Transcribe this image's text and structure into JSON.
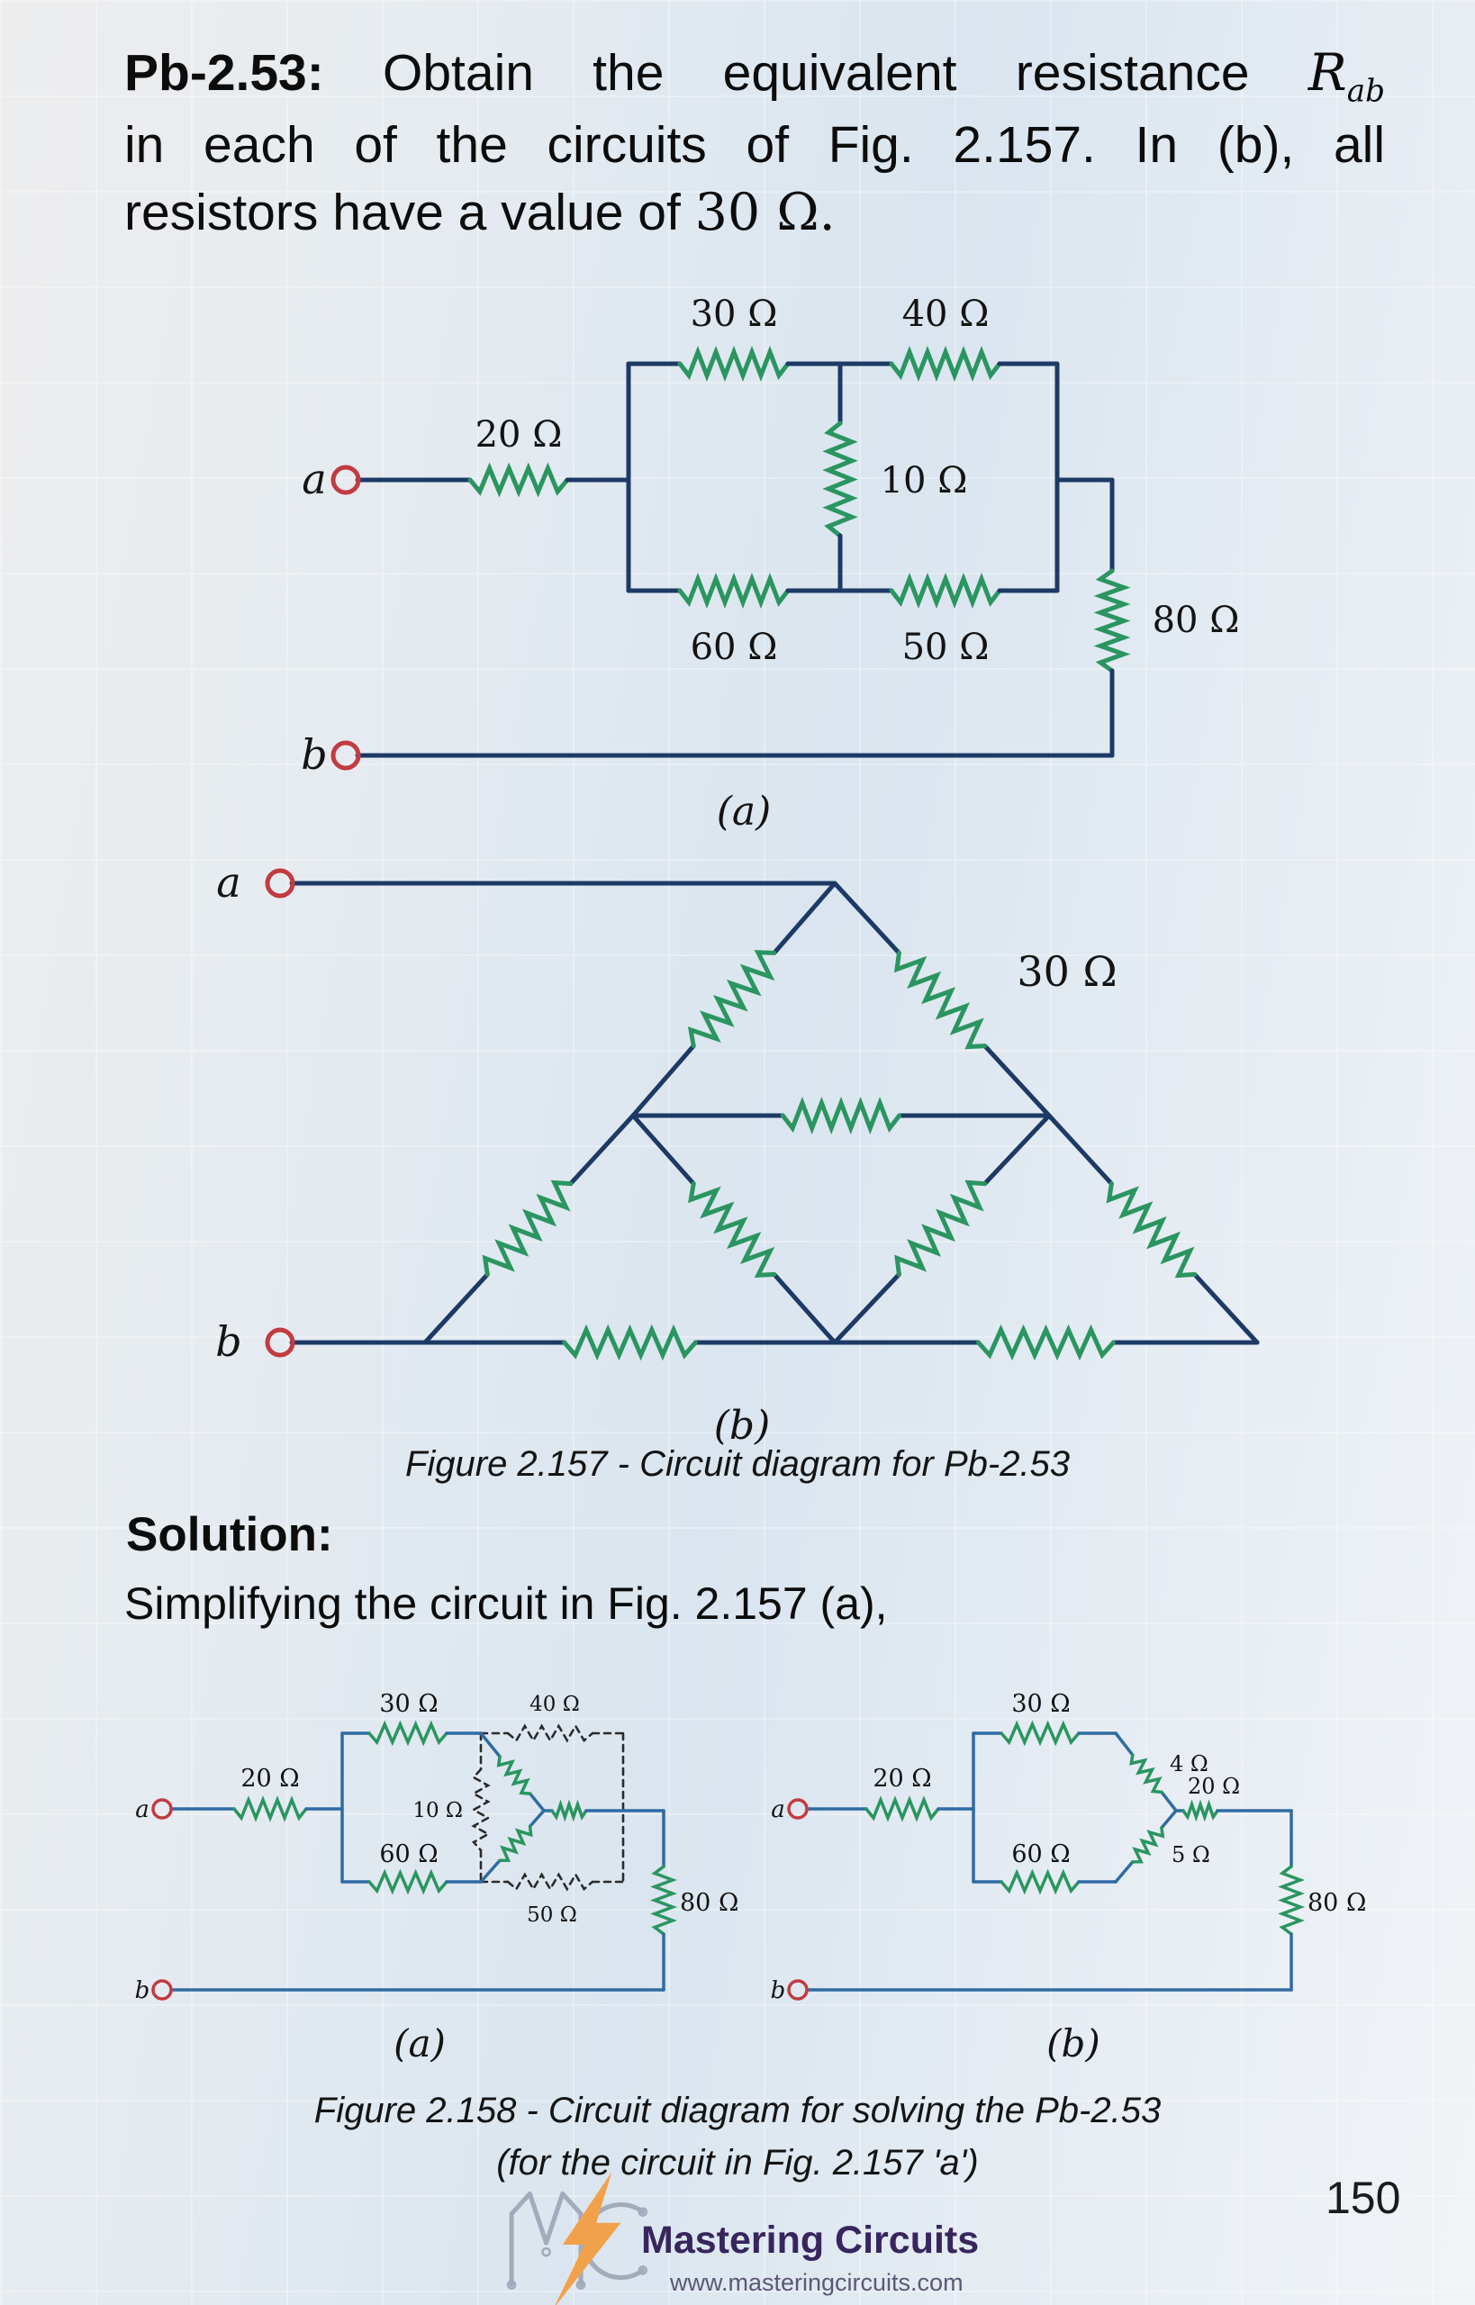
{
  "problem": {
    "id_label": "Pb-2.53:",
    "line1_text": "Obtain the equivalent resistance",
    "math_symbol": "R",
    "math_subscript": "ab",
    "line2_text": "in each of the circuits of Fig. 2.157. In (b), all",
    "line3_text": "resistors have a value of",
    "line3_value": "30 Ω."
  },
  "figures": {
    "fig157": {
      "caption": "Figure 2.157 - Circuit diagram for Pb-2.53",
      "a": {
        "label": "(a)",
        "terminal_a": "a",
        "terminal_b": "b",
        "resistors": {
          "r20": "20 Ω",
          "r30": "30 Ω",
          "r40": "40 Ω",
          "r10": "10 Ω",
          "r60": "60 Ω",
          "r50": "50 Ω",
          "r80": "80 Ω"
        }
      },
      "b": {
        "label": "(b)",
        "terminal_a": "a",
        "terminal_b": "b",
        "shared_value": "30 Ω",
        "resistor_count": 9
      }
    },
    "fig158": {
      "caption_line1": "Figure 2.158 - Circuit diagram for solving the Pb-2.53",
      "caption_line2": "(for the circuit in Fig. 2.157 'a')",
      "a": {
        "label": "(a)",
        "terminal_a": "a",
        "terminal_b": "b",
        "resistors": {
          "r20": "20 Ω",
          "r30": "30 Ω",
          "r60": "60 Ω",
          "r40": "40 Ω",
          "r10": "10 Ω",
          "r50": "50 Ω",
          "r80": "80 Ω"
        }
      },
      "b": {
        "label": "(b)",
        "terminal_a": "a",
        "terminal_b": "b",
        "resistors": {
          "r20_in": "20 Ω",
          "r30": "30 Ω",
          "r60": "60 Ω",
          "r4": "4 Ω",
          "r5": "5 Ω",
          "r20_series": "20 Ω",
          "r80": "80 Ω"
        }
      }
    }
  },
  "solution": {
    "heading": "Solution:",
    "intro": "Simplifying the circuit in Fig. 2.157 (a),"
  },
  "footer": {
    "brand": "Mastering Circuits",
    "website": "www.masteringcircuits.com",
    "page_number": "150"
  },
  "colors": {
    "wire_dark": "#1d3a66",
    "wire_light": "#2f6ba3",
    "resistor_green": "#2a9560",
    "terminal_red": "#c13b40",
    "dashed_black": "#2b2b2b",
    "label_black": "#131313",
    "brand_purple": "#37265e",
    "brand_gray": "#5d5875",
    "bolt_orange": "#f2a14b",
    "trace_gray": "#a3aaba"
  }
}
